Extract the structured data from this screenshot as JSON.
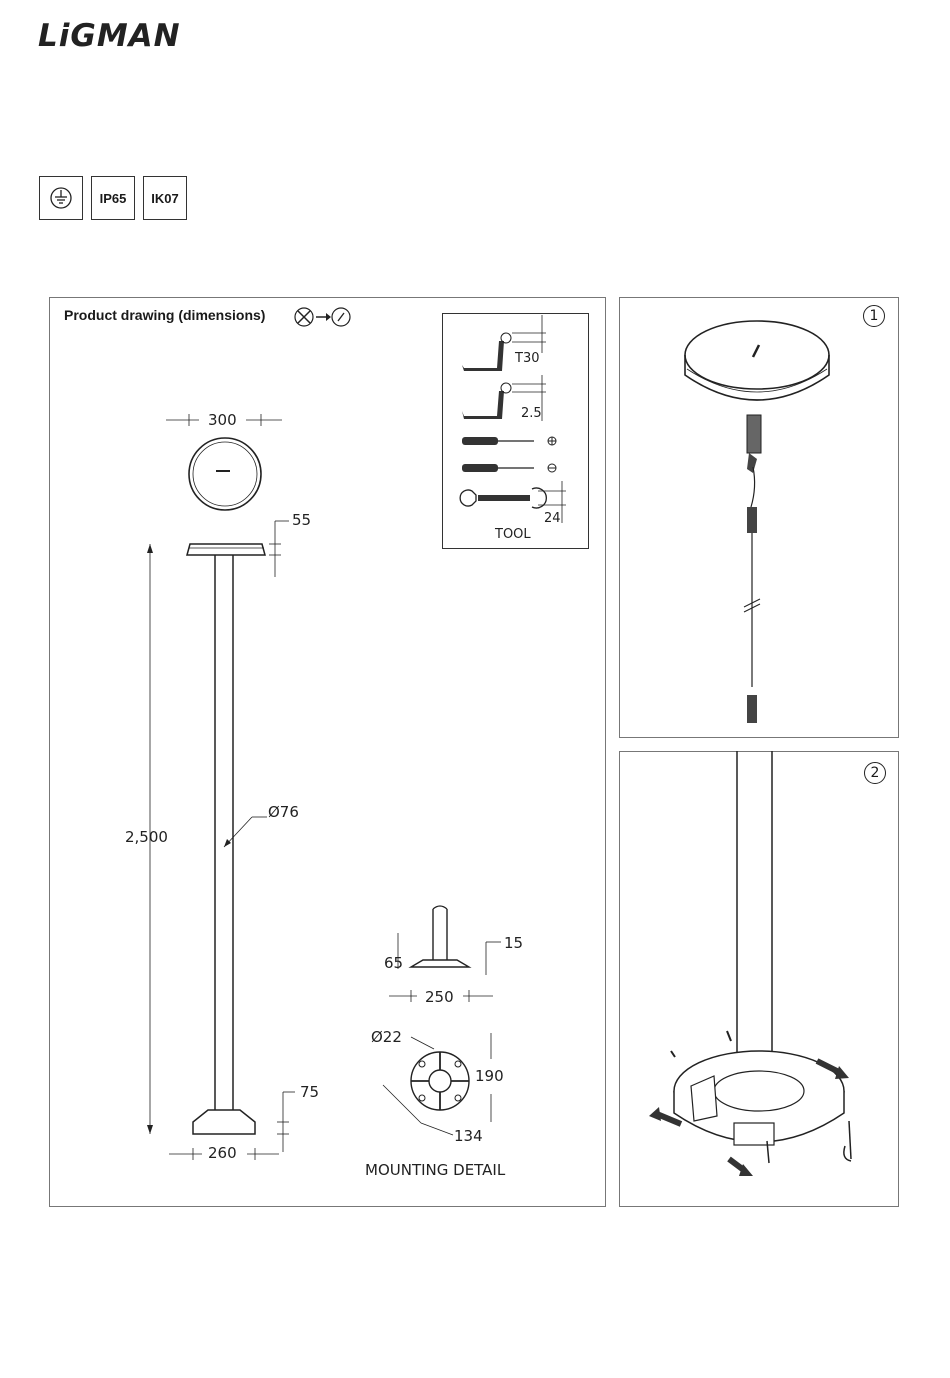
{
  "header": {
    "brand": "LiGMAN"
  },
  "ratings": {
    "earth_symbol": "earth-ground-icon",
    "ip": "IP65",
    "ik": "IK07"
  },
  "drawing_panel": {
    "title": "Product drawing (dimensions)",
    "dims": {
      "top_diameter": "300",
      "head_height": "55",
      "total_height": "2,500",
      "pole_diameter": "Ø76",
      "base_height": "75",
      "base_width": "260"
    },
    "tools": {
      "torx": "T30",
      "hex": "2.5",
      "wrench": "24",
      "label": "TOOL"
    },
    "mounting": {
      "h1": "65",
      "h2": "15",
      "width": "250",
      "hole": "Ø22",
      "spacing_v": "190",
      "spacing_d": "134",
      "label": "MOUNTING DETAIL"
    }
  },
  "steps": {
    "step1": "1",
    "step2": "2"
  },
  "colors": {
    "line": "#222222",
    "border": "#777777"
  }
}
